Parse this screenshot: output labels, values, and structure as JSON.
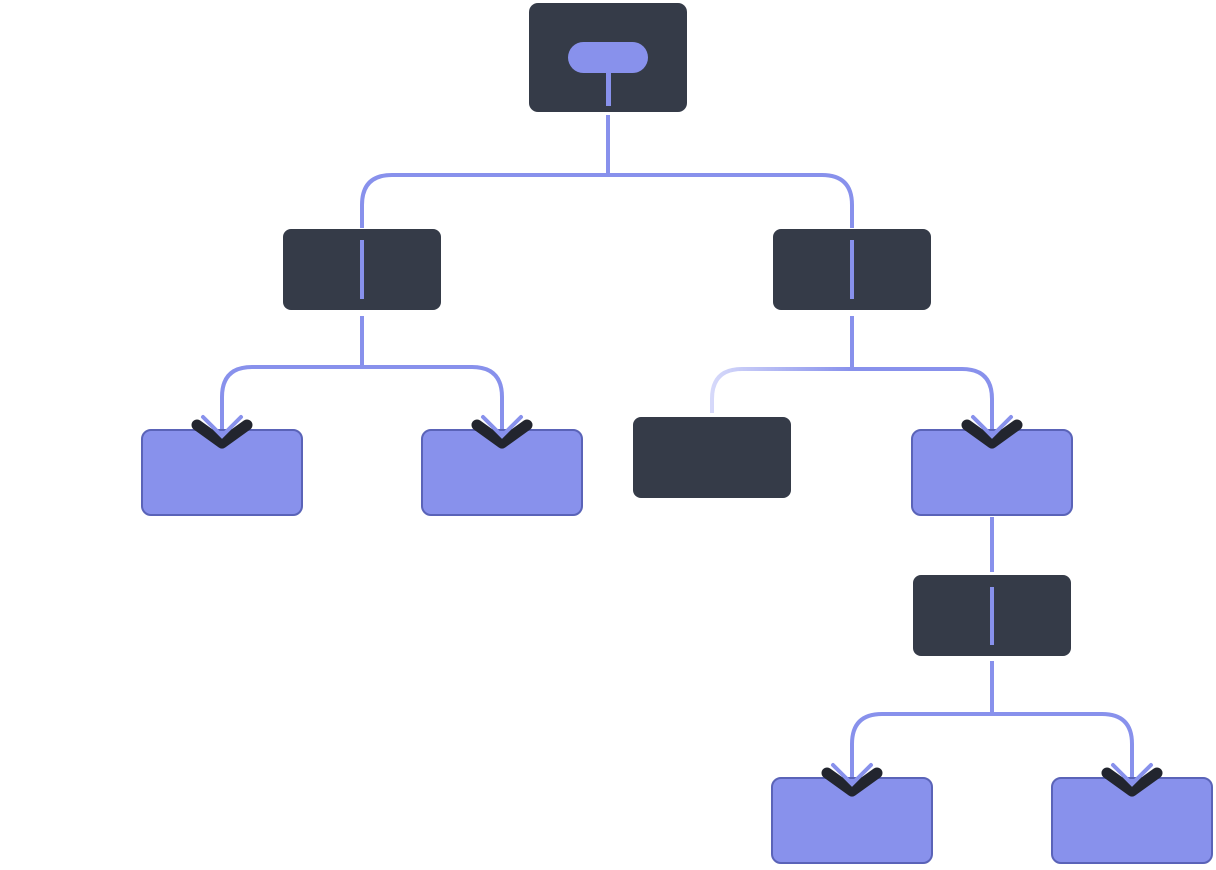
{
  "colors": {
    "dark_node": "#353b48",
    "accent": "#8891ec",
    "accent_border": "#5a63b8",
    "faded_edge": "#d6d9fa",
    "arrow_shadow": "#22252e",
    "background": "#ffffff"
  },
  "nodes": [
    {
      "id": "root",
      "kind": "dark",
      "icon": "pill-icon"
    },
    {
      "id": "left-branch",
      "kind": "dark"
    },
    {
      "id": "right-branch",
      "kind": "dark"
    },
    {
      "id": "leaf-1",
      "kind": "accent"
    },
    {
      "id": "leaf-2",
      "kind": "accent"
    },
    {
      "id": "inactive",
      "kind": "dark"
    },
    {
      "id": "leaf-3",
      "kind": "accent"
    },
    {
      "id": "sub-branch",
      "kind": "dark"
    },
    {
      "id": "leaf-4",
      "kind": "accent"
    },
    {
      "id": "leaf-5",
      "kind": "accent"
    }
  ]
}
